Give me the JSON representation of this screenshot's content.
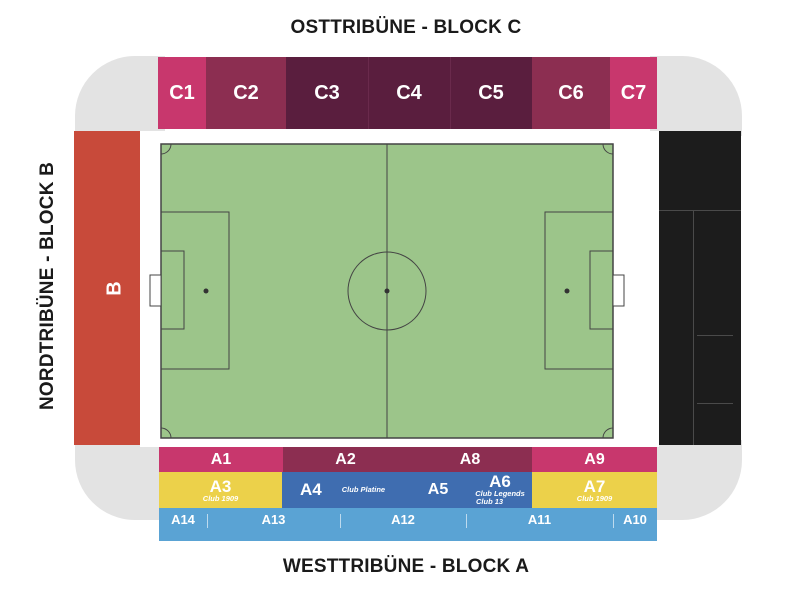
{
  "titles": {
    "east": "OSTTRIBÜNE - BLOCK C",
    "north": "NORDTRIBÜNE - BLOCK B",
    "west": "WESTTRIBÜNE - BLOCK A"
  },
  "colors": {
    "c_pink": "#c8376d",
    "c_wine": "#8c2e51",
    "c_dark": "#5a1e3e",
    "north_red": "#c84a3a",
    "south_black": "#1c1c1c",
    "pitch": "#9cc58a",
    "a_yellow": "#ecd14a",
    "a_blue": "#3f6db0",
    "a_lightblue": "#5aa3d4",
    "corner_grey": "#e3e3e3"
  },
  "blocks": {
    "C1": "C1",
    "C2": "C2",
    "C3": "C3",
    "C4": "C4",
    "C5": "C5",
    "C6": "C6",
    "C7": "C7",
    "B": "B",
    "A1": "A1",
    "A2": "A2",
    "A8": "A8",
    "A9": "A9",
    "A3": "A3",
    "A3_sub": "Club 1909",
    "A4": "A4",
    "A4_sub": "Club Platine",
    "A5": "A5",
    "A6": "A6",
    "A6_sub1": "Club Legends",
    "A6_sub2": "Club 13",
    "A7": "A7",
    "A7_sub": "Club 1909",
    "A14": "A14",
    "A13": "A13",
    "A12": "A12",
    "A11": "A11",
    "A10": "A10"
  }
}
